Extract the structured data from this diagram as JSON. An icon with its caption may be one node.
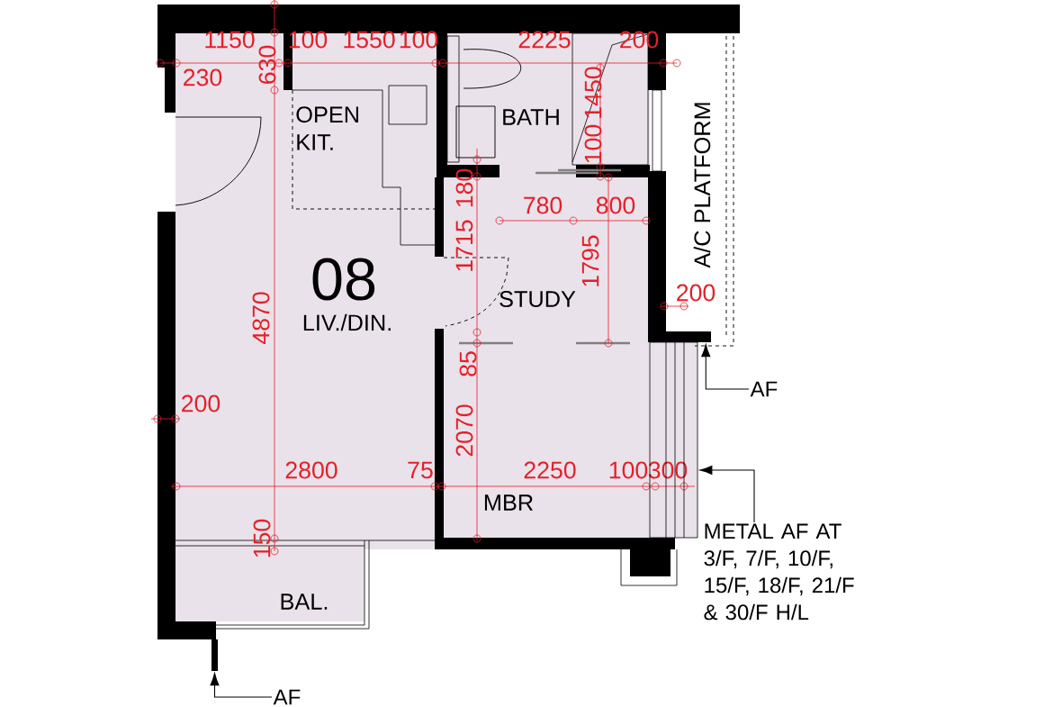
{
  "diagram": {
    "nodes": [
      {
        "text": [
          "AF"
        ]
      },
      {
        "text": [
          "METAL AF AT 3/F, 7/F, 10/F, 15/F, 18/F, 21/F & 30/F H/L"
        ]
      },
      {
        "text": [
          "AF"
        ]
      },
      {
        "text": [],
        "shape": "bar"
      },
      {
        "text": [],
        "shape": "box"
      },
      {
        "text": [],
        "shape": "bar"
      }
    ],
    "edges": [
      {
        "from": 0,
        "to": 3,
        "arrow": "to"
      },
      {
        "from": 1,
        "to": 4,
        "arrow": "to"
      },
      {
        "from": 2,
        "to": 5,
        "arrow": "to"
      }
    ],
    "labels": [
      "1150",
      "100",
      "1550",
      "100",
      "2225",
      "200",
      "630",
      "230",
      "OPEN KIT.",
      "BATH",
      "1450",
      "100",
      "A/C PLATFORM",
      "780",
      "800",
      "180",
      "08",
      "1715",
      "1795",
      "STUDY",
      "200",
      "LIV./DIN.",
      "4870",
      "85",
      "200",
      "2070",
      "2800",
      "75",
      "2250",
      "100",
      "300",
      "MBR",
      "150",
      "BAL."
    ]
  }
}
